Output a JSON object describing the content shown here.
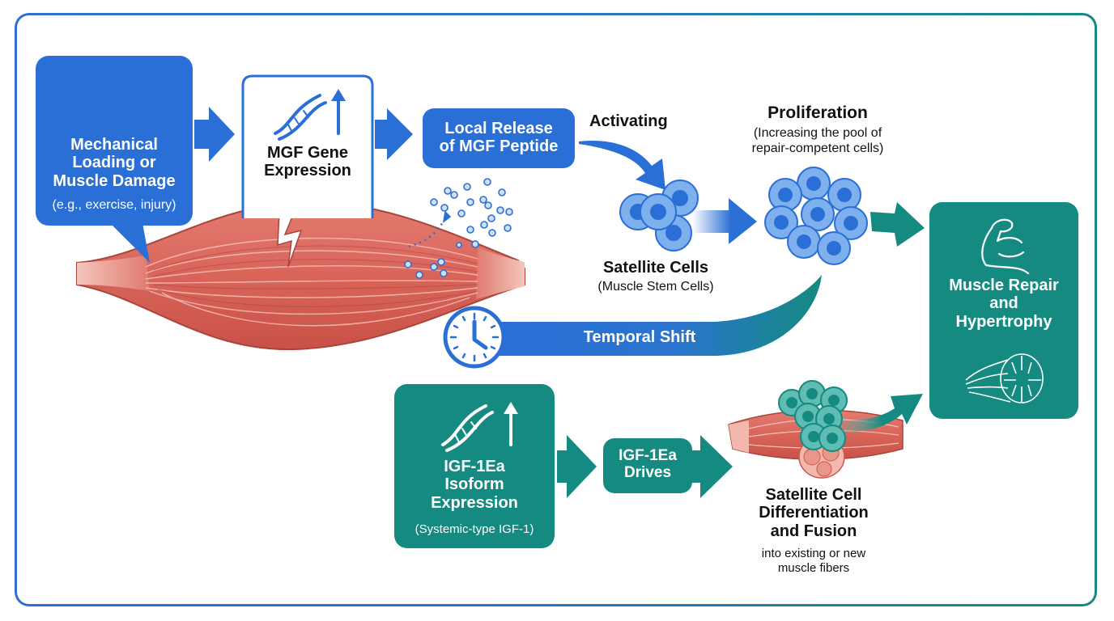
{
  "colors": {
    "blue": "#2a6fd6",
    "blue_light": "#7fb0ee",
    "teal": "#148a80",
    "teal_light": "#5fbdb3",
    "muscle": "#d9645a",
    "muscle_light": "#f2b7ad",
    "text_dark": "#111111"
  },
  "nodes": {
    "mechanical": {
      "title": "Mechanical Loading or Muscle Damage",
      "title_lines": [
        "Mechanical",
        "Loading or",
        "Muscle Damage"
      ],
      "subtitle": "(e.g., exercise, injury)",
      "icon": "burst-lightning-icon"
    },
    "mgf_gene": {
      "title_lines": [
        "MGF Gene",
        "Expression"
      ],
      "icon": "dna-up-arrow-icon"
    },
    "local_release": {
      "title_lines": [
        "Local Release",
        "of MGF Peptide"
      ]
    },
    "activating": {
      "label": "Activating"
    },
    "satellite_cells": {
      "title": "Satellite Cells",
      "subtitle": "(Muscle Stem Cells)"
    },
    "proliferation": {
      "title": "Proliferation",
      "subtitle_lines": [
        "(Increasing the pool of",
        "repair-competent cells)"
      ]
    },
    "muscle_repair": {
      "title_lines": [
        "Muscle Repair",
        "and",
        "Hypertrophy"
      ],
      "icons": [
        "flexed-bicep-icon",
        "muscle-cross-section-icon"
      ]
    },
    "temporal_shift": {
      "label": "Temporal Shift",
      "icon": "clock-icon"
    },
    "igf_isoform": {
      "title_lines": [
        "IGF-1Ea",
        "Isoform",
        "Expression"
      ],
      "subtitle": "(Systemic-type IGF-1)",
      "icon": "dna-up-arrow-icon"
    },
    "igf_drives": {
      "title_lines": [
        "IGF-1Ea",
        "Drives"
      ]
    },
    "differentiation": {
      "title_lines": [
        "Satellite Cell",
        "Differentiation",
        "and Fusion"
      ],
      "subtitle_lines": [
        "into existing or new",
        "muscle fibers"
      ]
    }
  }
}
